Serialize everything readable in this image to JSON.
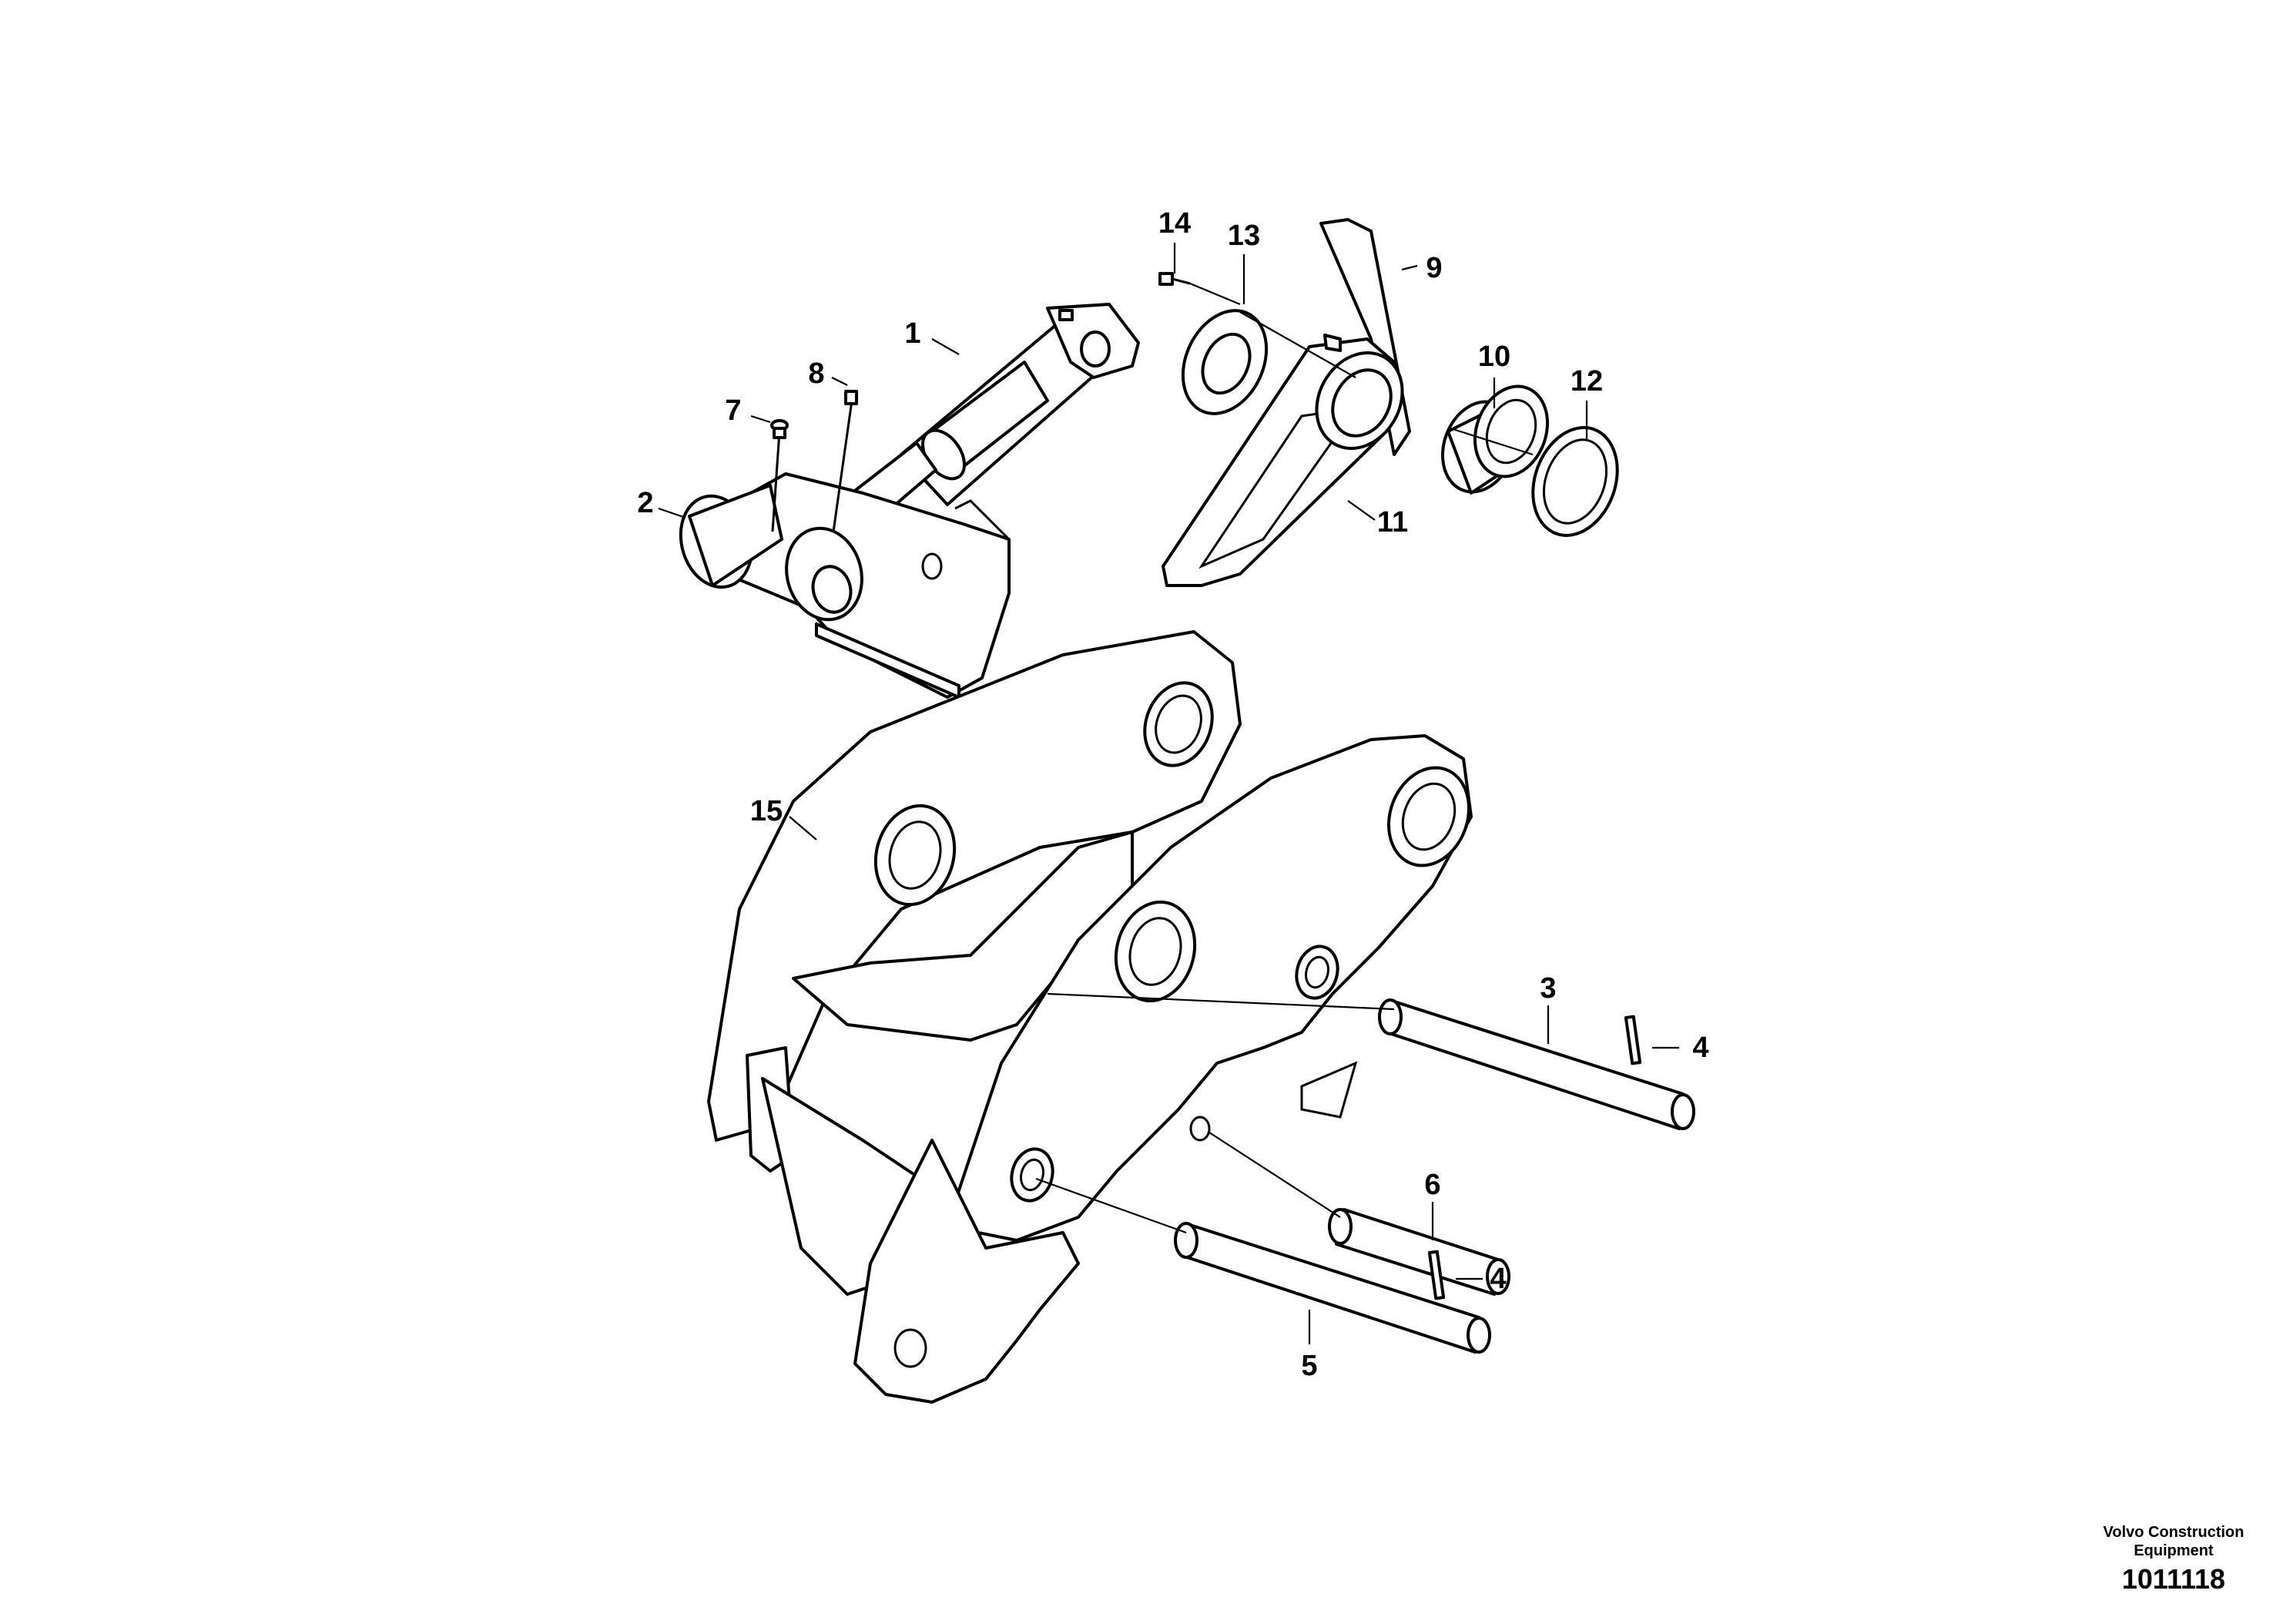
{
  "callouts": [
    {
      "id": "c1",
      "label": "1"
    },
    {
      "id": "c2",
      "label": "2"
    },
    {
      "id": "c3",
      "label": "3"
    },
    {
      "id": "c4a",
      "label": "4"
    },
    {
      "id": "c4b",
      "label": "4"
    },
    {
      "id": "c5",
      "label": "5"
    },
    {
      "id": "c6",
      "label": "6"
    },
    {
      "id": "c7",
      "label": "7"
    },
    {
      "id": "c8",
      "label": "8"
    },
    {
      "id": "c9",
      "label": "9"
    },
    {
      "id": "c10",
      "label": "10"
    },
    {
      "id": "c11",
      "label": "11"
    },
    {
      "id": "c12",
      "label": "12"
    },
    {
      "id": "c13",
      "label": "13"
    },
    {
      "id": "c14",
      "label": "14"
    },
    {
      "id": "c15",
      "label": "15"
    }
  ],
  "footer": {
    "brand_line1": "Volvo Construction",
    "brand_line2": "Equipment",
    "doc_number": "1011118"
  }
}
